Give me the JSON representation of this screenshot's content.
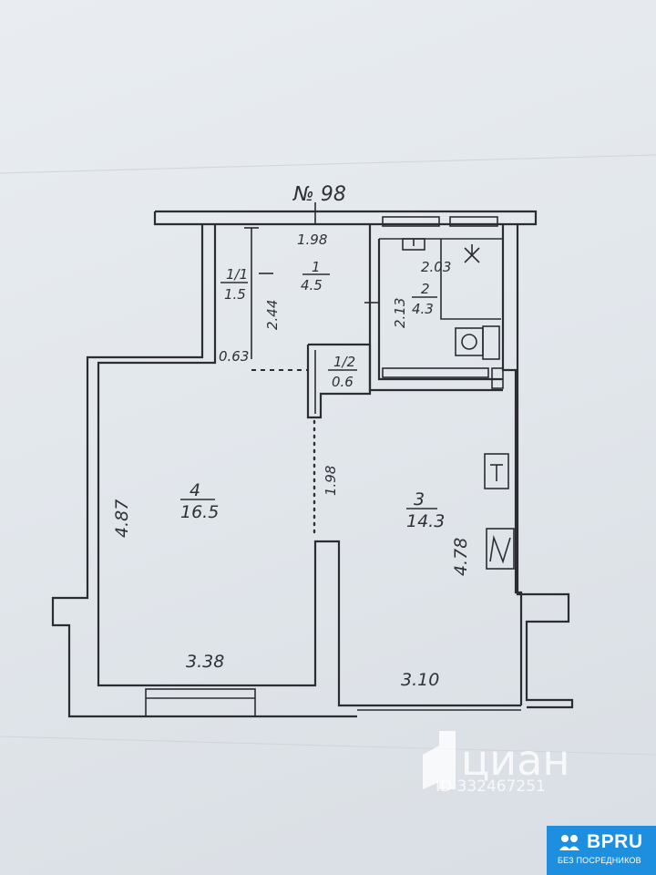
{
  "plan": {
    "apartment_number": "№ 98",
    "rooms": [
      {
        "id": "1",
        "area": "4.5"
      },
      {
        "id": "1/1",
        "area": "1.5"
      },
      {
        "id": "1/2",
        "area": "0.6"
      },
      {
        "id": "2",
        "area": "4.3"
      },
      {
        "id": "3",
        "area": "14.3"
      },
      {
        "id": "4",
        "area": "16.5"
      }
    ],
    "dimensions": {
      "top_width": "1.98",
      "closet_height": "2.44",
      "closet_width": "0.63",
      "bath_width": "2.03",
      "bath_height": "2.13",
      "opening": "1.98",
      "room4_height": "4.87",
      "room4_width": "3.38",
      "room3_height": "4.78",
      "room3_width": "3.10"
    }
  },
  "watermark": {
    "brand": "циан",
    "id": "ID 332467251"
  },
  "logo": {
    "name": "BPRU",
    "tagline": "БЕЗ ПОСРЕДНИКОВ"
  }
}
